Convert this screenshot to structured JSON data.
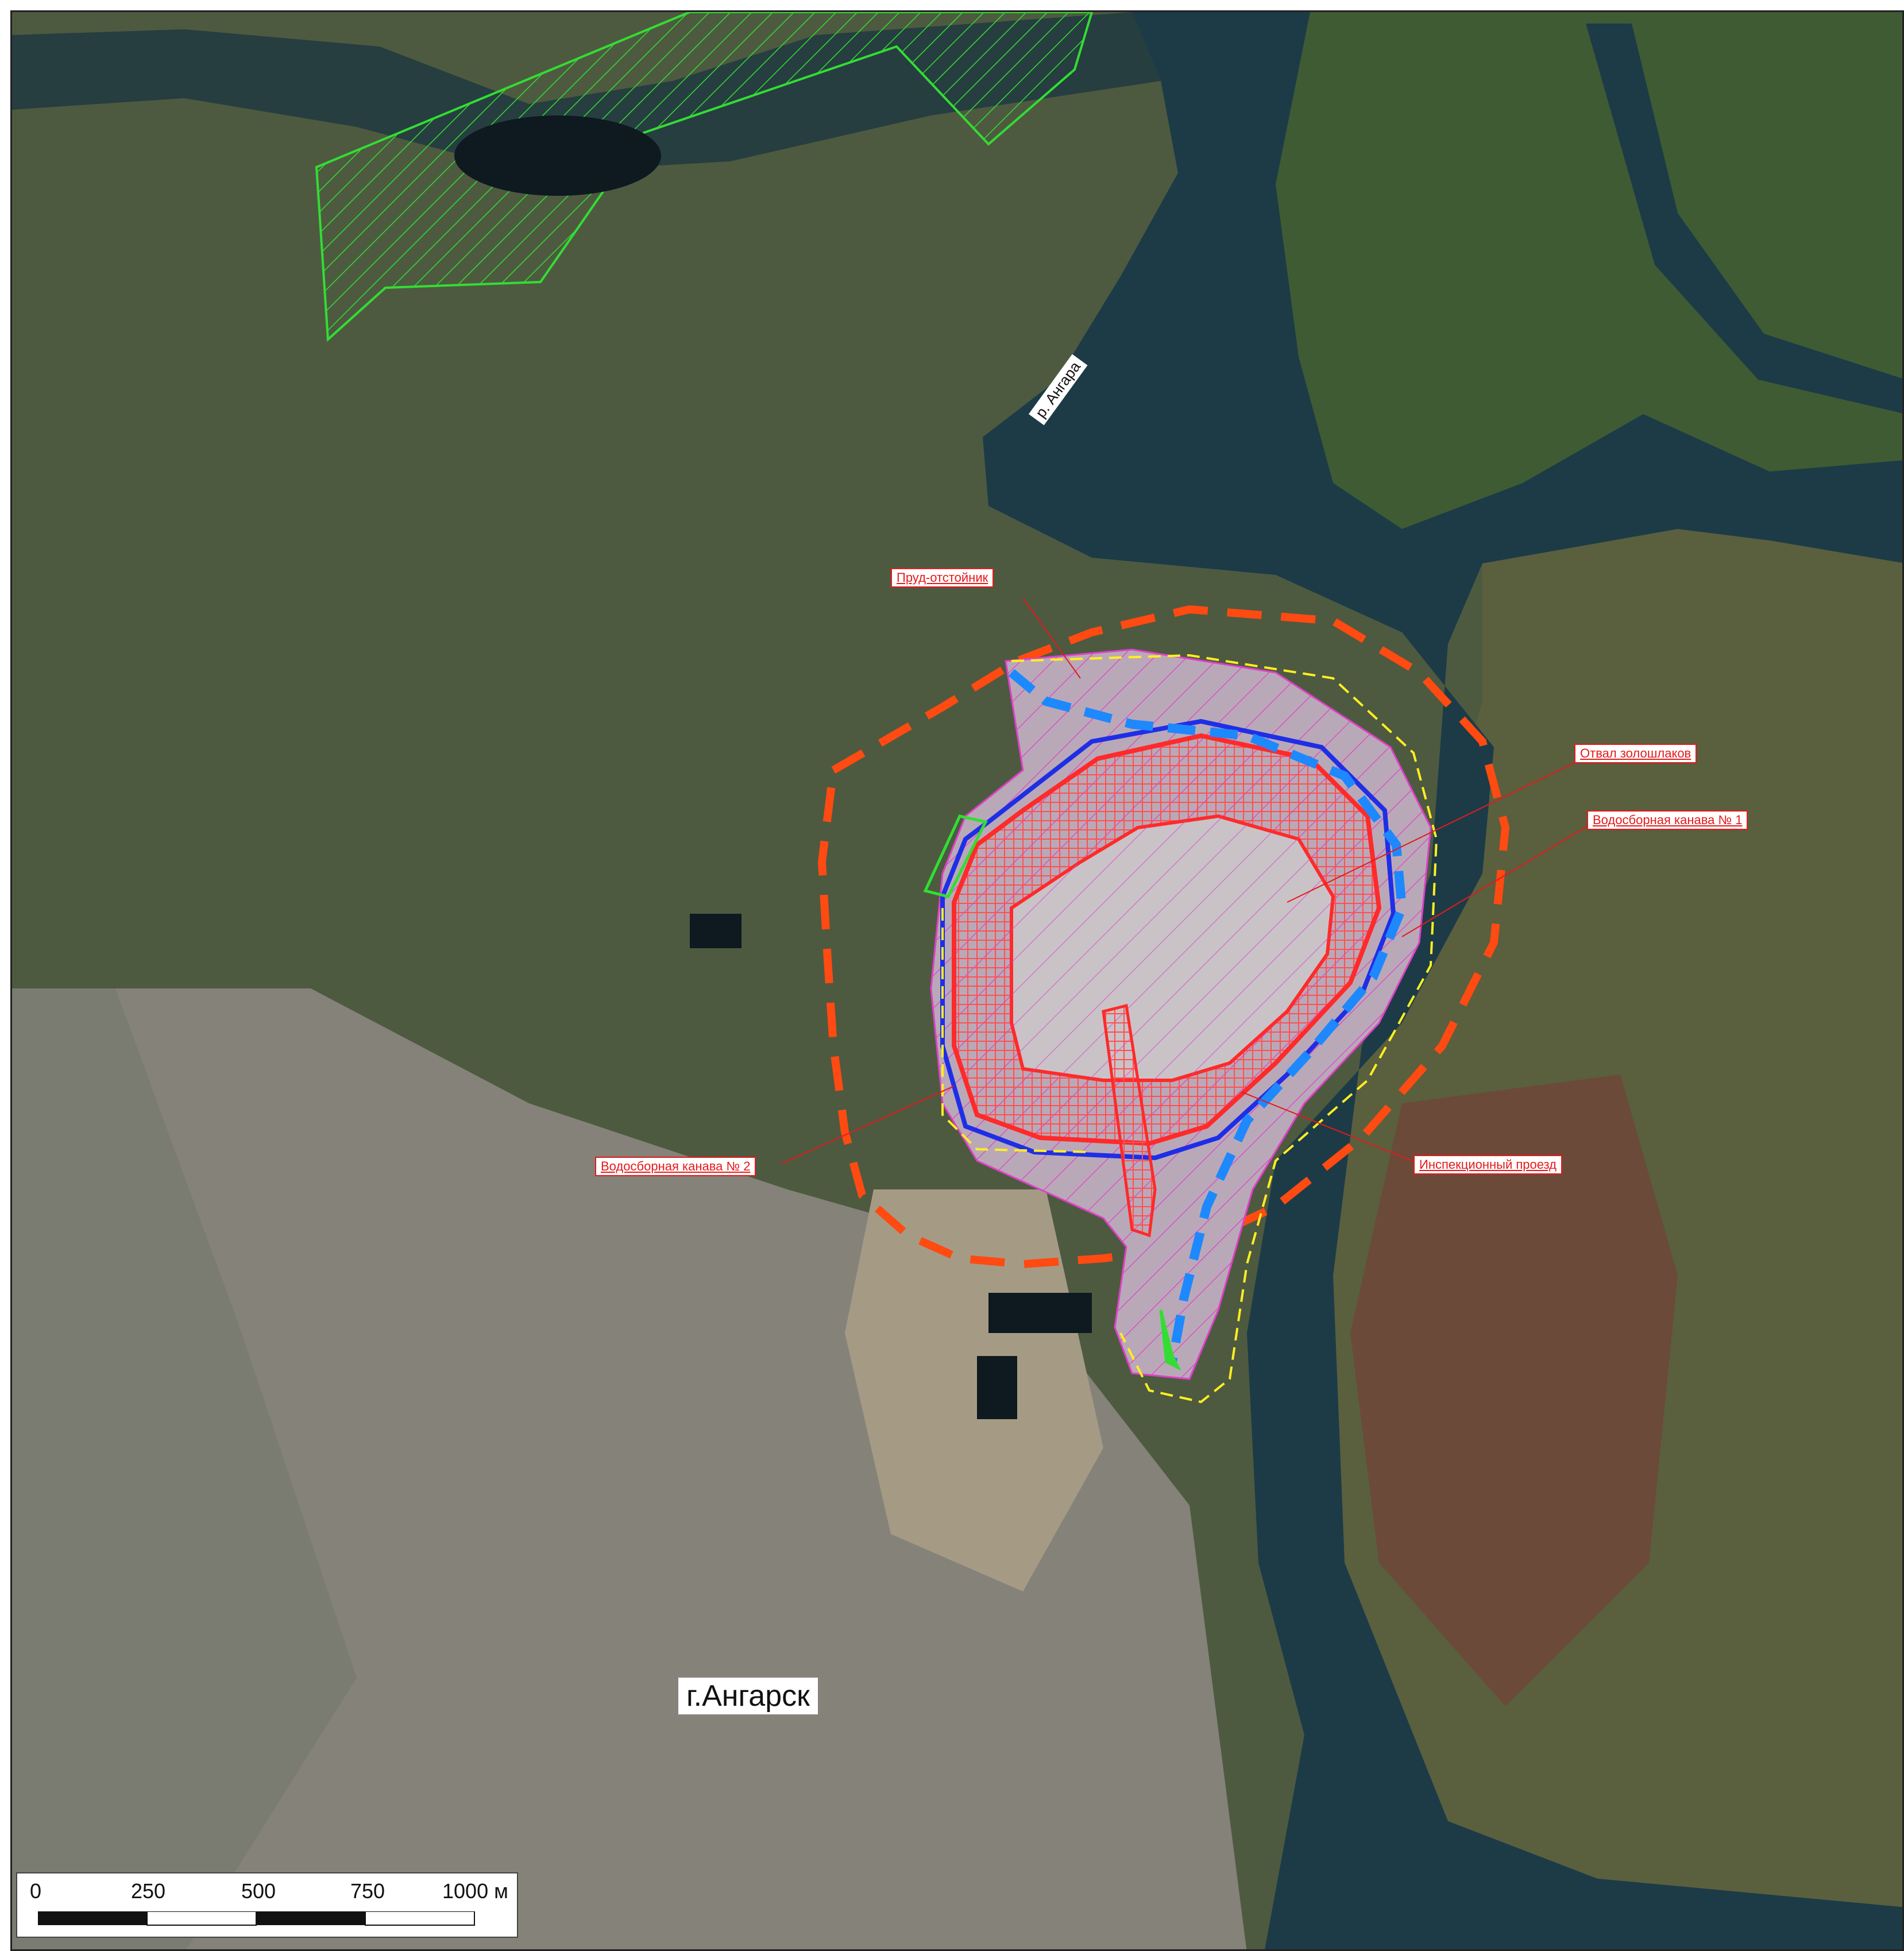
{
  "labels": {
    "pond": "Пруд-отстойник",
    "ash_dump": "Отвал  золошлаков",
    "ditch1": "Водосборная канава № 1",
    "ditch2": "Водосборная канава № 2",
    "inspection_road": "Инспекционный проезд",
    "river": "р. Ангара",
    "city": "г.Ангарск"
  },
  "scale": {
    "ticks": [
      "0",
      "250",
      "500",
      "750",
      "1000 м"
    ]
  },
  "colors": {
    "river": "#1c3b47",
    "land": "#4a5a3e",
    "urban": "#8a8a80",
    "ash_fill": "#b9a9b8",
    "ash_red": "#ff2a2a",
    "ash_blue": "#1f2ee6",
    "boundary_orange": "#ff4a12",
    "dashed_blue": "#1e88ff",
    "protected_green": "#33dd33",
    "water_pond": "#0e1a20"
  }
}
